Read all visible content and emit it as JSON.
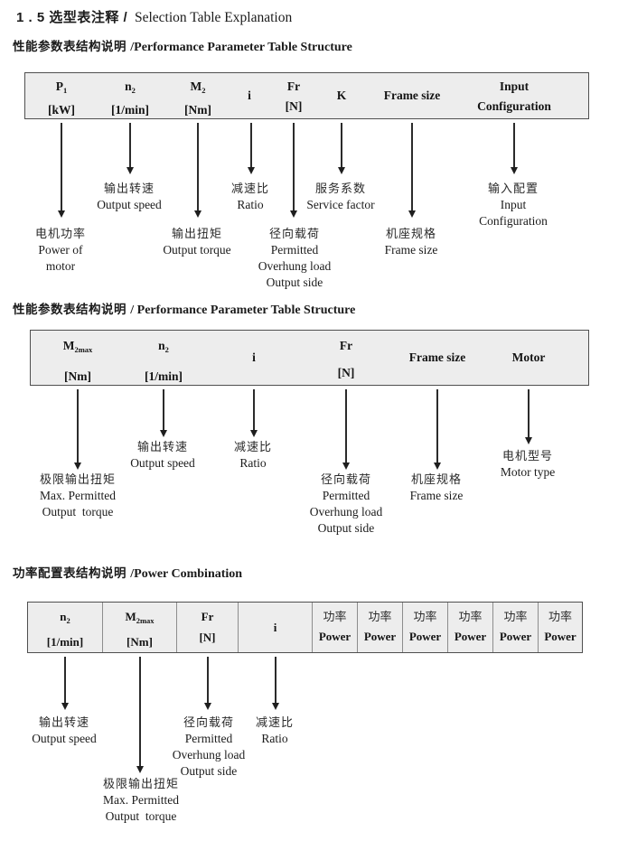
{
  "title": {
    "cn": "1 . 5 选型表注释 /",
    "en": "  Selection Table Explanation"
  },
  "s1": {
    "heading_cn": "性能参数表结构说明 ",
    "heading_en": "/Performance Parameter Table Structure",
    "table": {
      "p1": {
        "base": "P",
        "sub": "1",
        "unit": "[kW]"
      },
      "n2": {
        "base": "n",
        "sub": "2",
        "unit": "[1/min]"
      },
      "m2": {
        "base": "M",
        "sub": "2",
        "unit": "[Nm]"
      },
      "i": {
        "base": "i"
      },
      "fr": {
        "base": "Fr",
        "unit": "[N]"
      },
      "k": {
        "base": "K"
      },
      "frame": {
        "base": "Frame size"
      },
      "input": {
        "line1": "Input",
        "line2": "Configuration"
      }
    },
    "callouts": {
      "motor_power": [
        "电机功率",
        "Power of",
        "motor"
      ],
      "output_speed": [
        "输出转速",
        "Output speed"
      ],
      "output_torque": [
        "输出扭矩",
        "Output torque"
      ],
      "ratio": [
        "减速比",
        "Ratio"
      ],
      "overhung_load": [
        "径向载荷",
        "Permitted",
        "Overhung load",
        "Output side"
      ],
      "service_factor": [
        "服务系数",
        "Service factor"
      ],
      "frame_size": [
        "机座规格",
        "Frame size"
      ],
      "input_config": [
        "输入配置",
        "Input",
        "Configuration"
      ]
    }
  },
  "s2": {
    "heading_cn": "性能参数表结构说明 ",
    "heading_en": "/ Performance Parameter Table Structure",
    "table": {
      "m2max": {
        "base": "M",
        "sub": "2max",
        "unit": "[Nm]"
      },
      "n2": {
        "base": "n",
        "sub": "2",
        "unit": "[1/min]"
      },
      "i": {
        "base": "i"
      },
      "fr": {
        "base": "Fr",
        "unit": "[N]"
      },
      "frame": {
        "base": "Frame size"
      },
      "motor": {
        "base": "Motor"
      }
    },
    "callouts": {
      "max_torque": [
        "极限输出扭矩",
        "Max. Permitted",
        "Output  torque"
      ],
      "output_speed": [
        "输出转速",
        "Output speed"
      ],
      "ratio": [
        "减速比",
        "Ratio"
      ],
      "overhung_load": [
        "径向载荷",
        "Permitted",
        "Overhung load",
        "Output side"
      ],
      "frame_size": [
        "机座规格",
        "Frame size"
      ],
      "motor_type": [
        "电机型号",
        "Motor type"
      ]
    }
  },
  "s3": {
    "heading_cn": "功率配置表结构说明 ",
    "heading_en": "/Power Combination",
    "table": {
      "n2": {
        "base": "n",
        "sub": "2",
        "unit": "[1/min]"
      },
      "m2max": {
        "base": "M",
        "sub": "2max",
        "unit": "[Nm]"
      },
      "fr": {
        "base": "Fr",
        "unit": "[N]"
      },
      "i": {
        "base": "i"
      },
      "power": {
        "cn": "功率",
        "en": "Power"
      }
    },
    "callouts": {
      "output_speed": [
        "输出转速",
        "Output speed"
      ],
      "max_torque": [
        "极限输出扭矩",
        "Max. Permitted",
        "Output  torque"
      ],
      "overhung_load": [
        "径向载荷",
        "Permitted",
        "Overhung load",
        "Output side"
      ],
      "ratio": [
        "减速比",
        "Ratio"
      ]
    }
  }
}
